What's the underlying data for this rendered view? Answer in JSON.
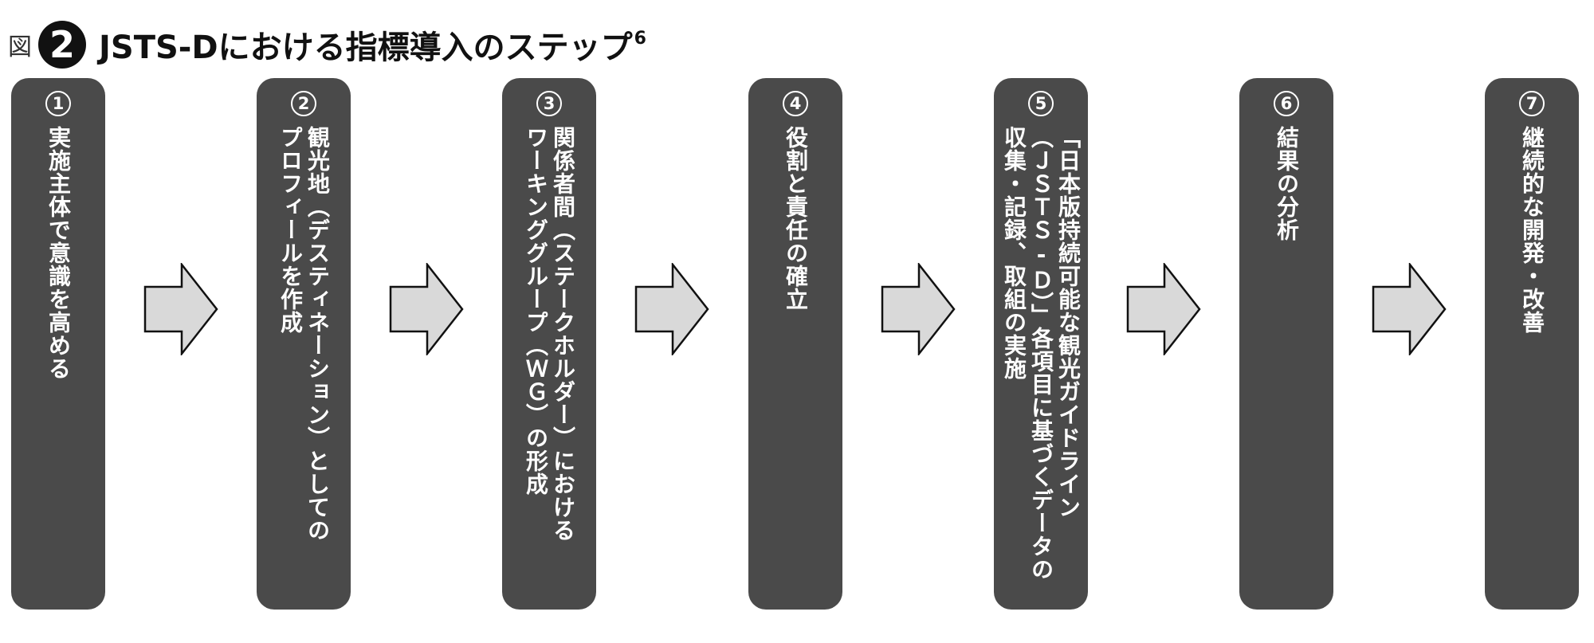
{
  "figure": {
    "label": "図",
    "number": "2",
    "title": "JSTS-Dにおける指標導入のステップ",
    "superscript": "6"
  },
  "steps": [
    {
      "num": "1",
      "text": "実施主体で意識を高める"
    },
    {
      "num": "2",
      "text": "観光地（デスティネーション）としての\nプロフィールを作成"
    },
    {
      "num": "3",
      "text": "関係者間（ステークホルダー）における\nワーキンググループ（ＷＧ）の形成"
    },
    {
      "num": "4",
      "text": "役割と責任の確立"
    },
    {
      "num": "5",
      "text": "「日本版持続可能な観光ガイドライン\n（ＪＳＴＳ-Ｄ）」各項目に基づくデータの\n収集・記録、取組の実施"
    },
    {
      "num": "6",
      "text": "結果の分析"
    },
    {
      "num": "7",
      "text": "継続的な開発・改善"
    }
  ],
  "colors": {
    "box_fill": "#4a4a4a",
    "box_text": "#ffffff",
    "arrow_fill": "#d9d9d9",
    "arrow_stroke": "#111111",
    "title_text": "#111111"
  }
}
